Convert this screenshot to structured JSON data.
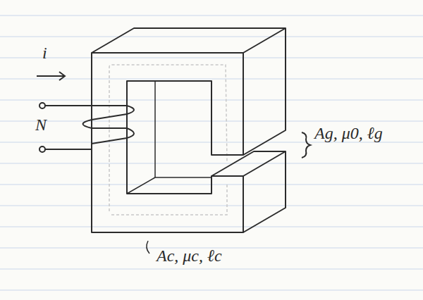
{
  "diagram": {
    "labels": [
      "i",
      "N",
      "Ag, μ0, ℓg",
      "Ac, μc, ℓc"
    ]
  }
}
